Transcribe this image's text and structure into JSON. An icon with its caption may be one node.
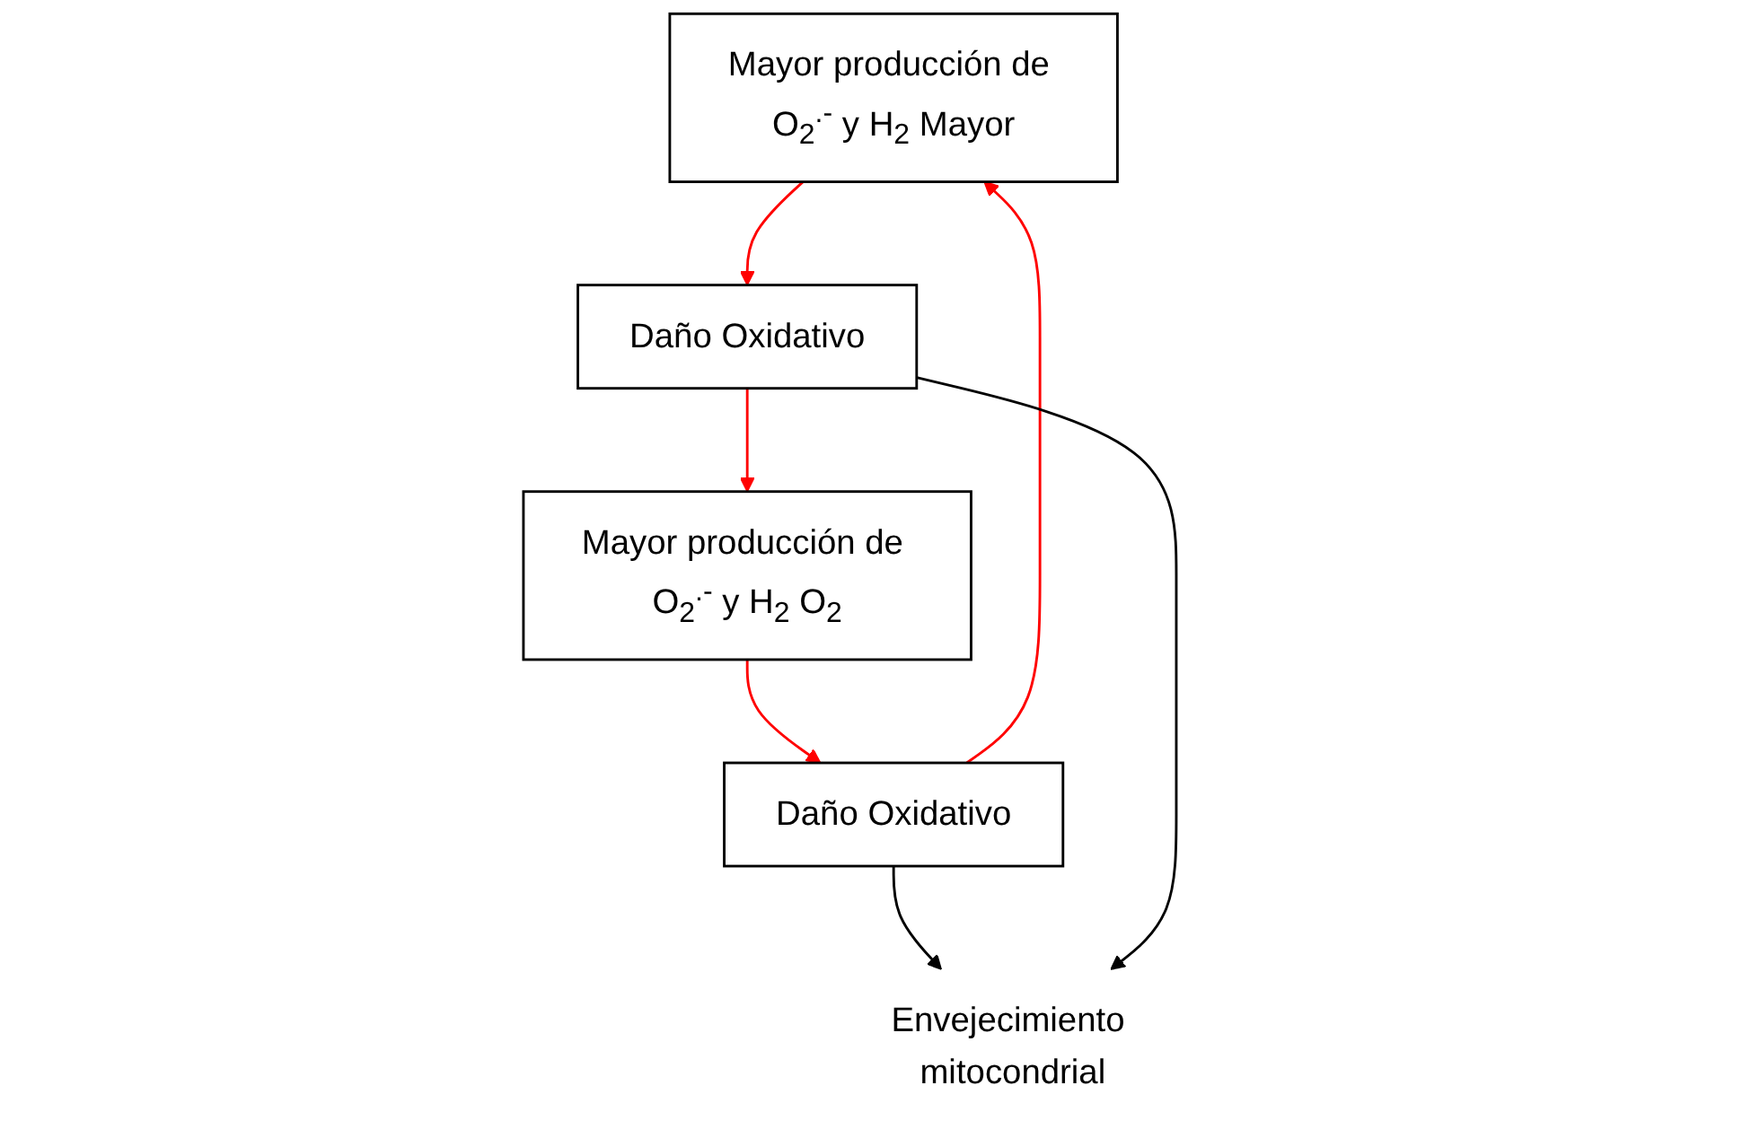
{
  "diagram": {
    "nodes": [
      {
        "text": [
          "Mayor producción de O$_{2}$$^{.-}$ y H$_{2}$ Mayor"
        ]
      },
      {
        "text": [
          "Daño Oxidativo"
        ]
      },
      {
        "text": [
          "Envejecimiento mitocondrial"
        ]
      },
      {
        "text": [
          "Daño Oxidativo"
        ]
      },
      {
        "text": [
          "Mayor producción de O$_{2}$$^{.-}$ y H$_{2}$ O$_{2}$"
        ]
      }
    ],
    "edges": [
      {
        "from": 0,
        "to": 3,
        "arrow": "to",
        "color": "#ff0000"
      },
      {
        "from": 3,
        "to": 4,
        "arrow": "to",
        "color": "#ff0000"
      },
      {
        "from": 4,
        "to": 1,
        "arrow": "to",
        "color": "#ff0000"
      },
      {
        "from": 1,
        "to": 0,
        "arrow": "to",
        "color": "#ff0000"
      },
      {
        "from": 1,
        "to": 2,
        "arrow": "to",
        "color": "#000000"
      },
      {
        "from": 3,
        "to": 2,
        "arrow": "to",
        "color": "#000000"
      }
    ]
  }
}
